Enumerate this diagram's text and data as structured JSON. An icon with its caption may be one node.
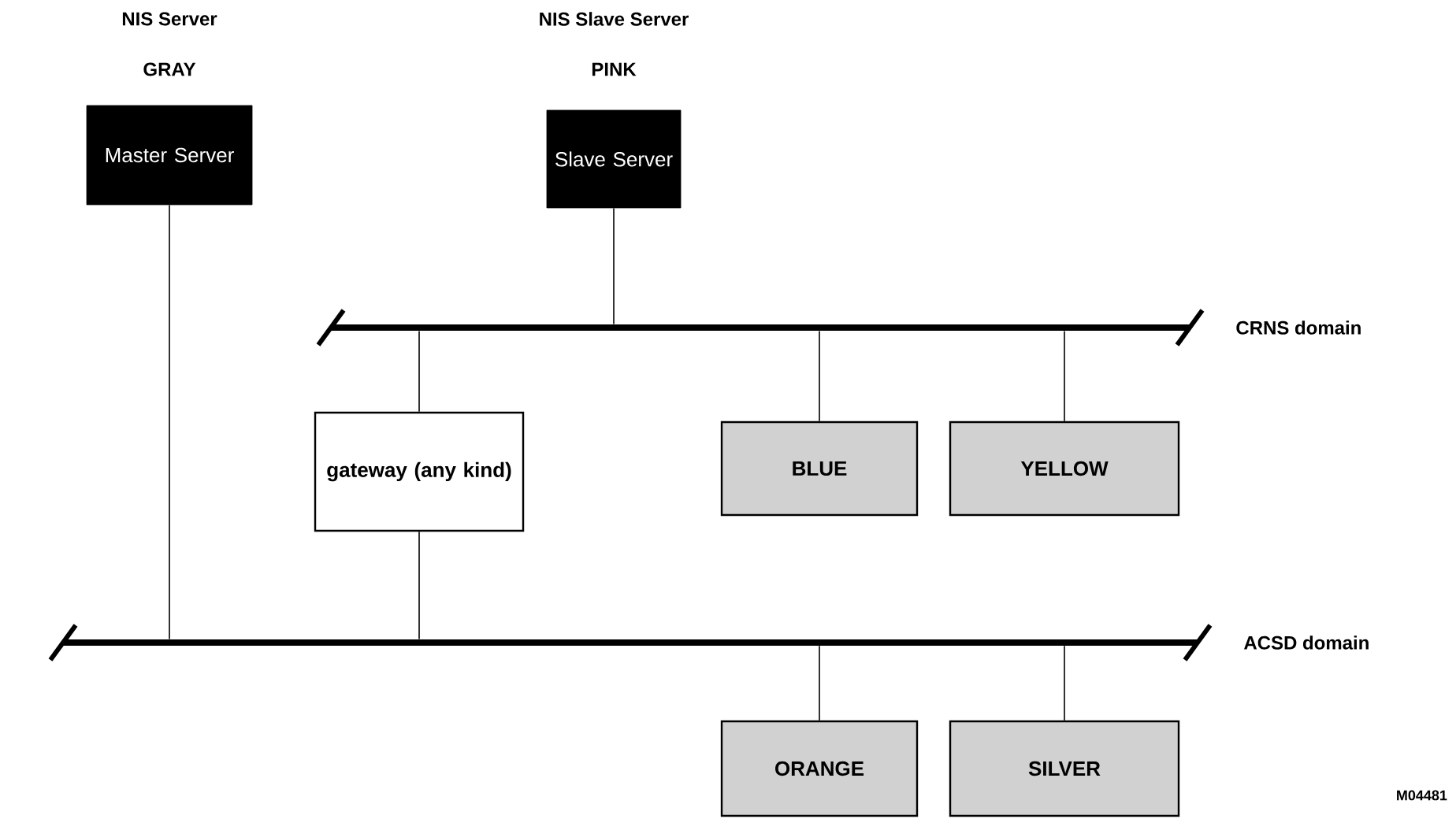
{
  "diagram": {
    "nodes": [
      {
        "text": [
          "Master Server"
        ],
        "beside": [
          "NIS Server",
          "GRAY"
        ]
      },
      {
        "text": [
          "Slave Server"
        ],
        "beside": [
          "NIS Slave Server",
          "PINK"
        ]
      },
      {
        "text": [
          "CRNS domain"
        ]
      },
      {
        "text": [
          "gateway (any kind)"
        ]
      },
      {
        "text": [
          "BLUE"
        ]
      },
      {
        "text": [
          "YELLOW"
        ]
      },
      {
        "text": [
          "ACSD domain"
        ]
      },
      {
        "text": [
          "ORANGE"
        ]
      },
      {
        "text": [
          "SILVER"
        ]
      }
    ],
    "edges": [
      {
        "from": 1,
        "to": 2,
        "arrow": "none"
      },
      {
        "from": 2,
        "to": 3,
        "arrow": "none"
      },
      {
        "from": 2,
        "to": 4,
        "arrow": "none"
      },
      {
        "from": 2,
        "to": 5,
        "arrow": "none"
      },
      {
        "from": 0,
        "to": 6,
        "arrow": "none"
      },
      {
        "from": 3,
        "to": 6,
        "arrow": "none"
      },
      {
        "from": 6,
        "to": 7,
        "arrow": "none"
      },
      {
        "from": 6,
        "to": 8,
        "arrow": "none"
      }
    ],
    "labels": [
      "M04481"
    ]
  }
}
